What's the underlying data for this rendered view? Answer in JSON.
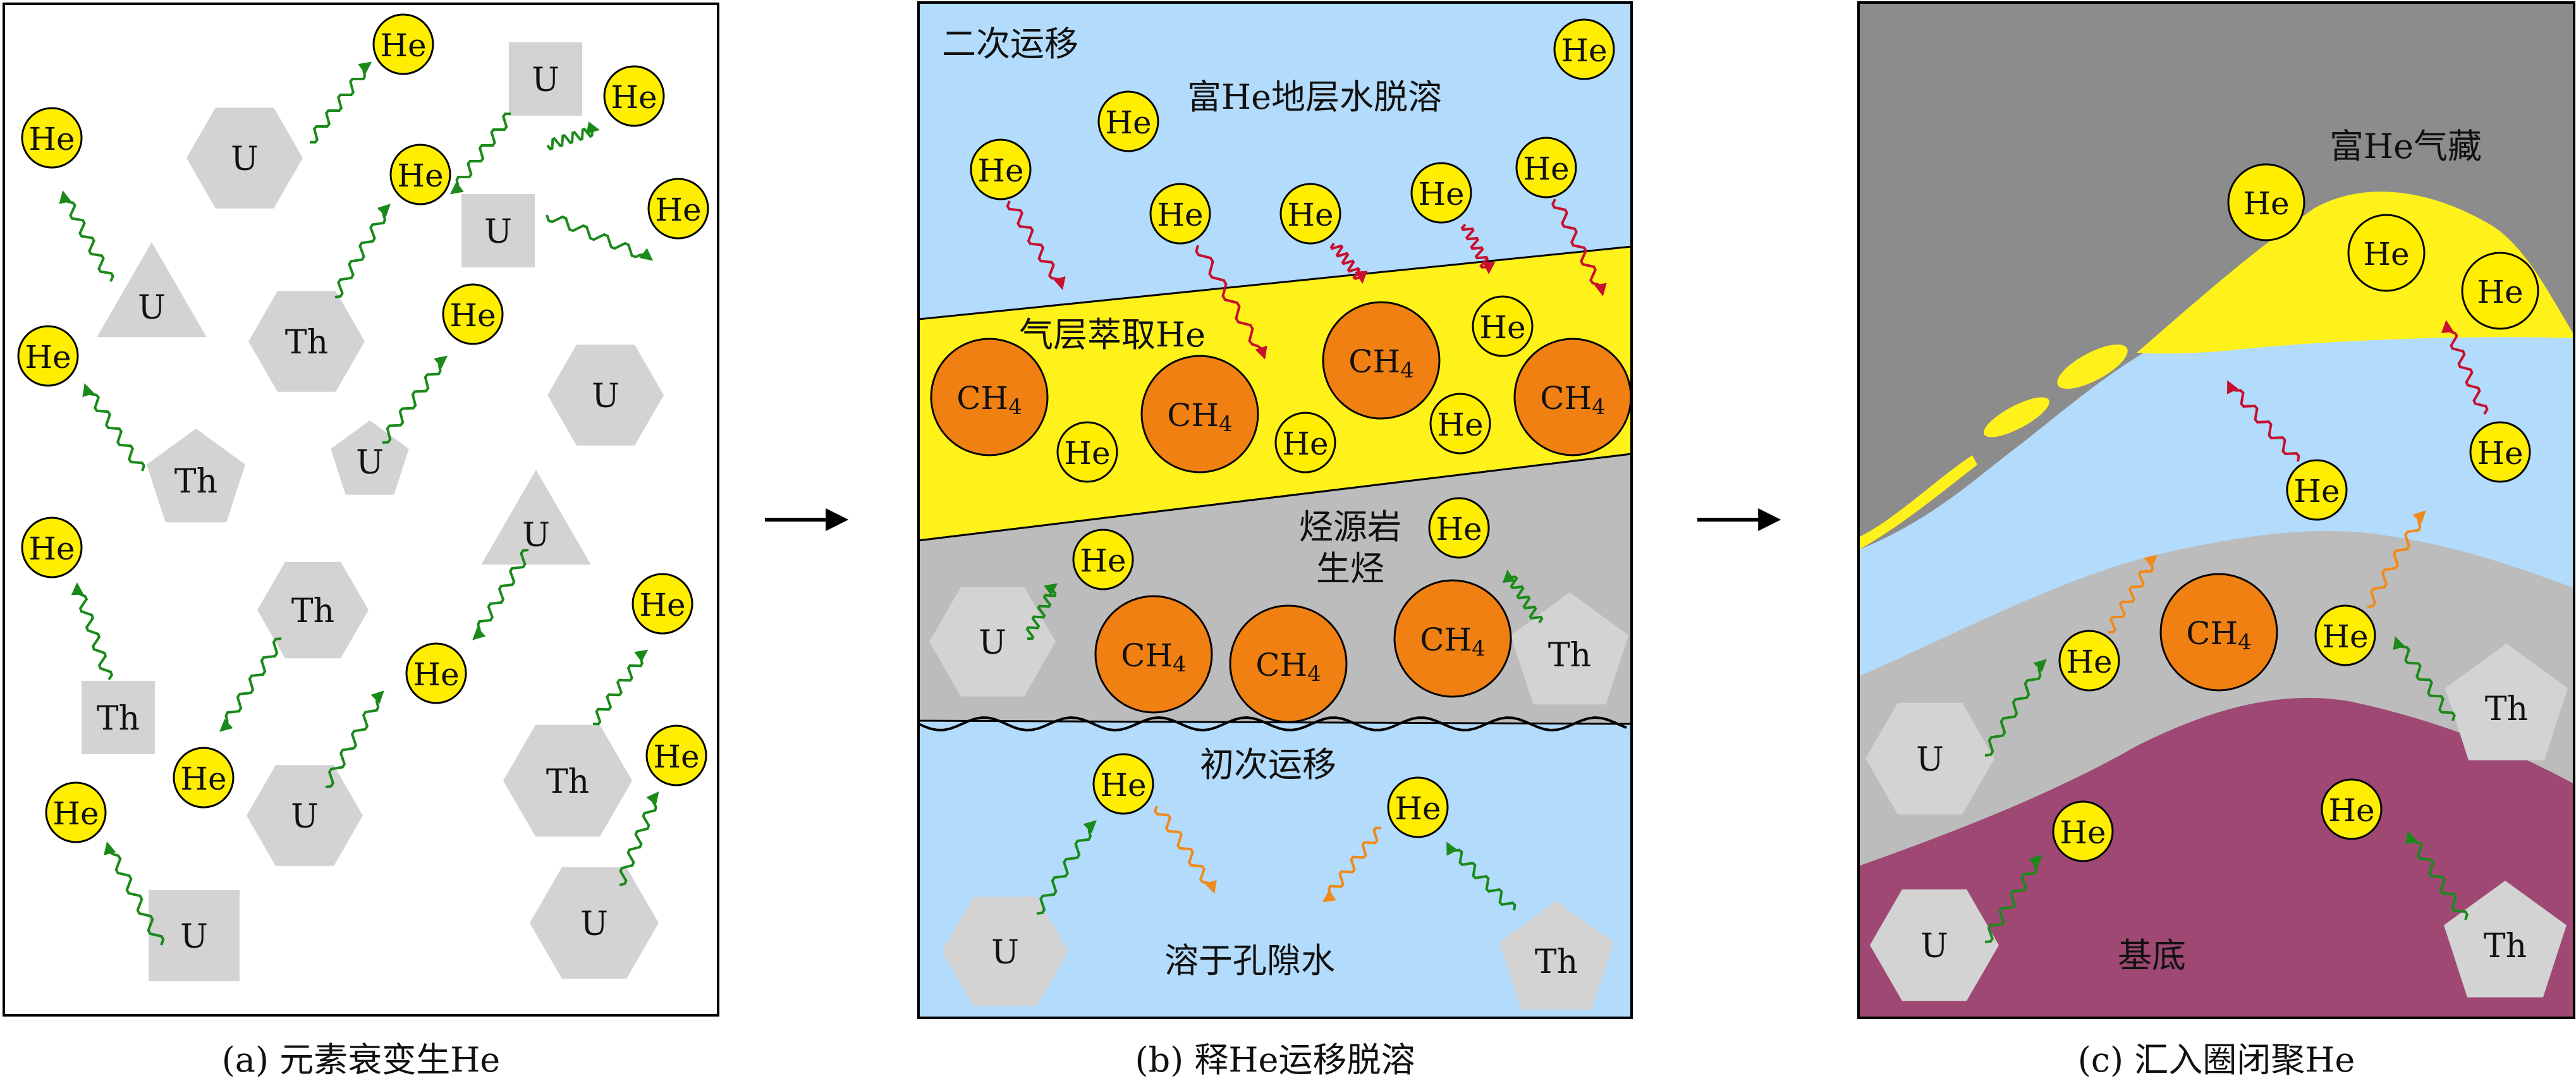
{
  "panel_a": {
    "caption": "(a) 元素衰变生He"
  },
  "panel_b": {
    "caption": "(b) 释He运移脱溶",
    "label_secondary_migration": "二次运移",
    "label_exsolution": "富He地层水脱溶",
    "label_gas_extraction": "气层萃取He",
    "label_source_rock_line1": "烃源岩",
    "label_source_rock_line2": "生烃",
    "label_primary_migration": "初次运移",
    "label_dissolved": "溶于孔隙水"
  },
  "panel_c": {
    "caption": "(c) 汇入圈闭聚He",
    "label_reservoir": "富He气藏",
    "label_basement": "基底"
  },
  "symbols": {
    "helium": "He",
    "uranium": "U",
    "thorium": "Th",
    "methane": "CH",
    "methane_sub": "4"
  },
  "colors": {
    "helium_fill": "#ffee00",
    "mineral_fill": "#d3d3d3",
    "methane_fill": "#f08012",
    "water_blue": "#b3dbfb",
    "gas_yellow": "#fff21a",
    "source_gray": "#bcbcbc",
    "caprock_gray": "#8c8c8c",
    "basement_purple": "#9e4873",
    "arrow_green": "#1a8a1a",
    "arrow_red": "#c8102e",
    "arrow_orange": "#f08a1a"
  }
}
